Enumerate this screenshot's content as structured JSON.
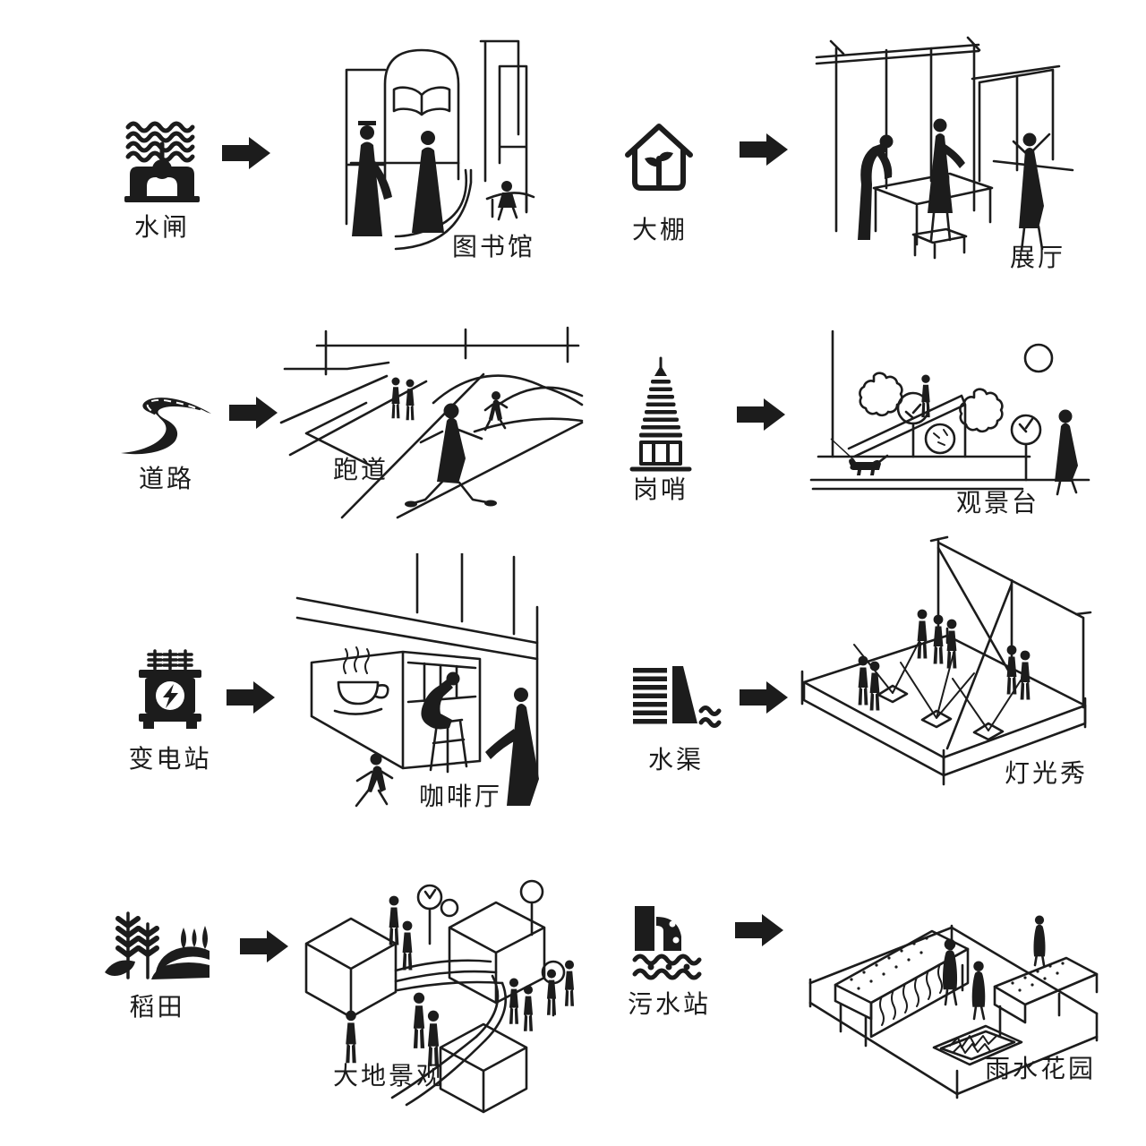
{
  "colors": {
    "ink": "#1c1c1c",
    "background": "#ffffff"
  },
  "arrow_icon": "solid-right-arrow",
  "pairs": [
    {
      "from": "水闸",
      "to": "图书馆",
      "icon": "sluice-gate-icon",
      "sketch": "library-sketch"
    },
    {
      "from": "大棚",
      "to": "展厅",
      "icon": "greenhouse-icon",
      "sketch": "exhibition-hall-sketch"
    },
    {
      "from": "道路",
      "to": "跑道",
      "icon": "road-icon",
      "sketch": "running-track-sketch"
    },
    {
      "from": "岗哨",
      "to": "观景台",
      "icon": "watchtower-icon",
      "sketch": "viewing-platform-sketch"
    },
    {
      "from": "变电站",
      "to": "咖啡厅",
      "icon": "substation-icon",
      "sketch": "cafe-sketch"
    },
    {
      "from": "水渠",
      "to": "灯光秀",
      "icon": "water-channel-icon",
      "sketch": "light-show-sketch"
    },
    {
      "from": "稻田",
      "to": "大地景观",
      "icon": "rice-field-icon",
      "sketch": "land-art-sketch"
    },
    {
      "from": "污水站",
      "to": "雨水花园",
      "icon": "sewage-station-icon",
      "sketch": "rain-garden-sketch"
    }
  ]
}
